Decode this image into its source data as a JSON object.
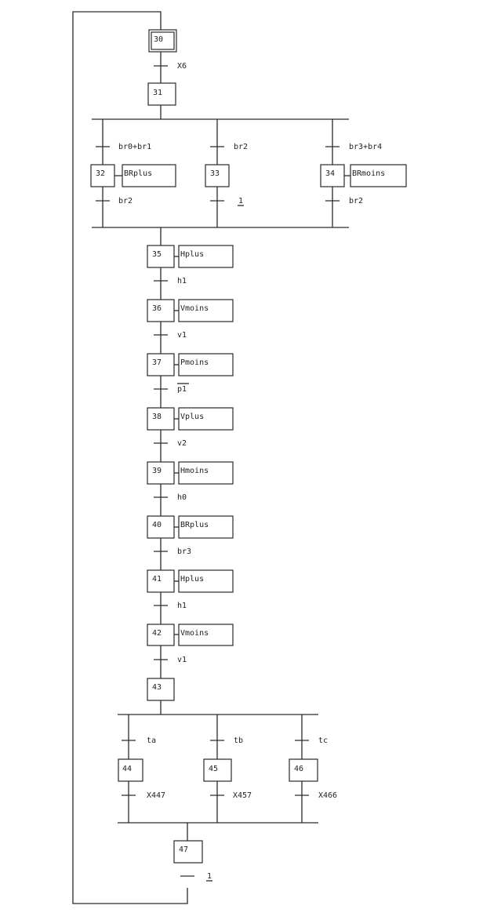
{
  "steps": {
    "s30": "30",
    "s31": "31",
    "s32": "32",
    "s33": "33",
    "s34": "34",
    "s35": "35",
    "s36": "36",
    "s37": "37",
    "s38": "38",
    "s39": "39",
    "s40": "40",
    "s41": "41",
    "s42": "42",
    "s43": "43",
    "s44": "44",
    "s45": "45",
    "s46": "46",
    "s47": "47"
  },
  "actions": {
    "a32": "BRplus",
    "a34": "BRmoins",
    "a35": "Hplus",
    "a36": "Vmoins",
    "a37": "Pmoins",
    "a38": "Vplus",
    "a39": "Hmoins",
    "a40": "BRplus",
    "a41": "Hplus",
    "a42": "Vmoins"
  },
  "transitions": {
    "t30": "X6",
    "t31a": "br0+br1",
    "t31b": "br2",
    "t31c": "br3+br4",
    "t32": "br2",
    "t33": "1",
    "t34": "br2",
    "t35": "h1",
    "t36": "v1",
    "t37": "p1",
    "t38": "v2",
    "t39": "h0",
    "t40": "br3",
    "t41": "h1",
    "t42": "v1",
    "t43a": "ta",
    "t43b": "tb",
    "t43c": "tc",
    "t44": "X447",
    "t45": "X457",
    "t46": "X466",
    "t47": "1"
  }
}
